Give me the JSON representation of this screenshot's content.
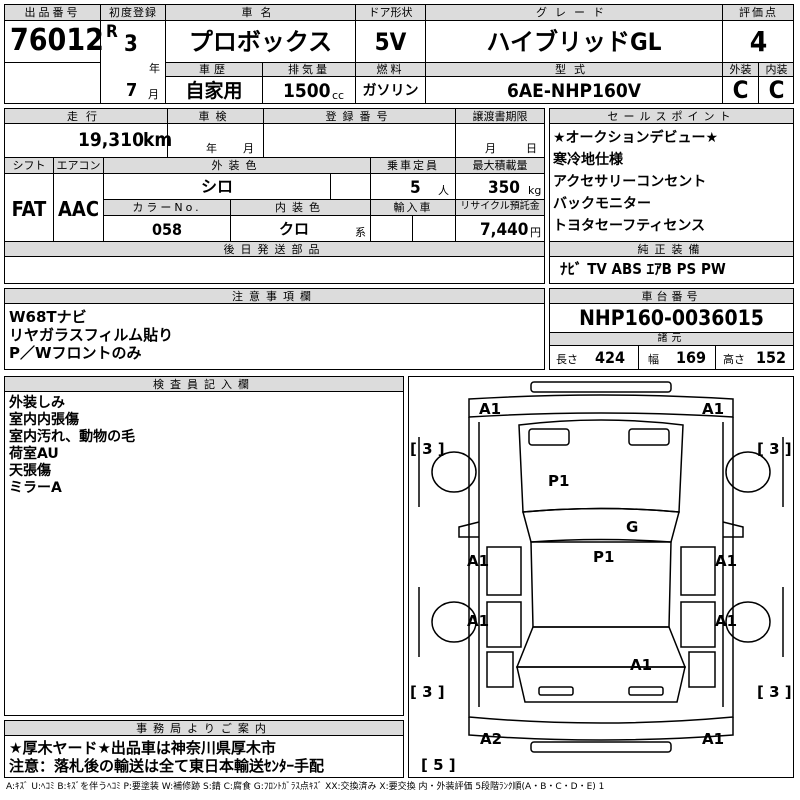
{
  "header": {
    "lot_label": "出品番号",
    "lot_value": "76012",
    "reg_label": "初度登録",
    "era": "R",
    "year_value": "3",
    "year_unit": "年",
    "month_value": "7",
    "month_unit": "月",
    "name_label": "車名",
    "name_value": "プロボックス",
    "door_label": "ドア形状",
    "door_value": "5V",
    "grade_label": "グレード",
    "grade_value": "ハイブリッドGL",
    "score_label": "評価点",
    "score_value": "4",
    "history_label": "車歴",
    "history_value": "自家用",
    "disp_label": "排気量",
    "disp_value": "1500",
    "disp_unit": "cc",
    "fuel_label": "燃料",
    "fuel_value": "ガソリン",
    "model_label": "型式",
    "model_value": "6AE-NHP160V",
    "ext_label": "外装",
    "ext_value": "C",
    "int_label": "内装",
    "int_value": "C"
  },
  "row2": {
    "mileage_label": "走行",
    "mileage_value": "19,310",
    "mileage_unit": "km",
    "inspection_label": "車検",
    "insp_year_unit": "年",
    "insp_month_unit": "月",
    "regno_label": "登録番号",
    "transfer_label": "譲渡書期限",
    "transfer_month": "月",
    "transfer_day": "日",
    "shift_label": "シフト",
    "shift_value": "FAT",
    "ac_label": "エアコン",
    "ac_value": "AAC",
    "color_label": "外装色",
    "color_value": "シロ",
    "capacity_label": "乗車定員",
    "capacity_value": "5",
    "capacity_unit": "人",
    "load_label": "最大積載量",
    "load_value": "350",
    "load_unit": "kg",
    "colorno_label": "カラーNo.",
    "colorno_value": "058",
    "intcolor_label": "内装色",
    "intcolor_value": "クロ",
    "intcolor_unit": "系",
    "import_label": "輸入車",
    "recycle_label": "リサイクル預託金",
    "recycle_value": "7,440",
    "recycle_unit": "円",
    "later_label": "後日発送部品"
  },
  "selling_points": {
    "label": "セールスポイント",
    "items": [
      "★オークションデビュー★",
      "寒冷地仕様",
      "アクセサリーコンセント",
      "バックモニター",
      "トヨタセーフティセンス"
    ],
    "equip_label": "純正装備",
    "equip_value": "ﾅﾋﾞ TV ABS ｴｱB PS PW"
  },
  "notes": {
    "label": "注意事項欄",
    "lines": [
      "W68Tナビ",
      "リヤガラスフィルム貼り",
      "P／Wフロントのみ"
    ]
  },
  "chassis": {
    "label": "車台番号",
    "value": "NHP160-0036015",
    "dims_label": "諸元",
    "len_label": "長さ",
    "len_value": "424",
    "wid_label": "幅",
    "wid_value": "169",
    "hei_label": "高さ",
    "hei_value": "152"
  },
  "inspector": {
    "label": "検査員記入欄",
    "lines": [
      "外装しみ",
      "室内内張傷",
      "室内汚れ、動物の毛",
      "荷室AU",
      "天張傷",
      "ミラーA"
    ]
  },
  "office": {
    "label": "事務局よりご案内",
    "lines": [
      "★厚木ヤード★出品車は神奈川県厚木市",
      "注意：落札後の輸送は全て東日本輸送ｾﾝﾀｰ手配"
    ]
  },
  "diagram": {
    "marks": {
      "a1_fl": "A1",
      "a1_fr": "A1",
      "p1_hood": "P1",
      "g": "G",
      "p1_roof": "P1",
      "a1_l1": "A1",
      "a1_r1": "A1",
      "a1_l2": "A1",
      "a1_r2": "A1",
      "a1_rear": "A1",
      "a2_rl": "A2",
      "a1_rr": "A1",
      "t_fl": "[ 3 ]",
      "t_fr": "[ 3 ]",
      "t_rl": "[ 3 ]",
      "t_rr": "[ 3 ]",
      "t_spare": "[ 5 ]"
    }
  },
  "legend": "A:ｷｽﾞ U:ﾍｺﾐ B:ｷｽﾞを伴うﾍｺﾐ P:要塗装 W:補修跡 S:錆 C:腐食 G:ﾌﾛﾝﾄｶﾞﾗｽ点ｷｽﾞ XX:交換済み X:要交換 内・外装評価 5段階ﾗﾝｸ順(A・B・C・D・E) 1"
}
